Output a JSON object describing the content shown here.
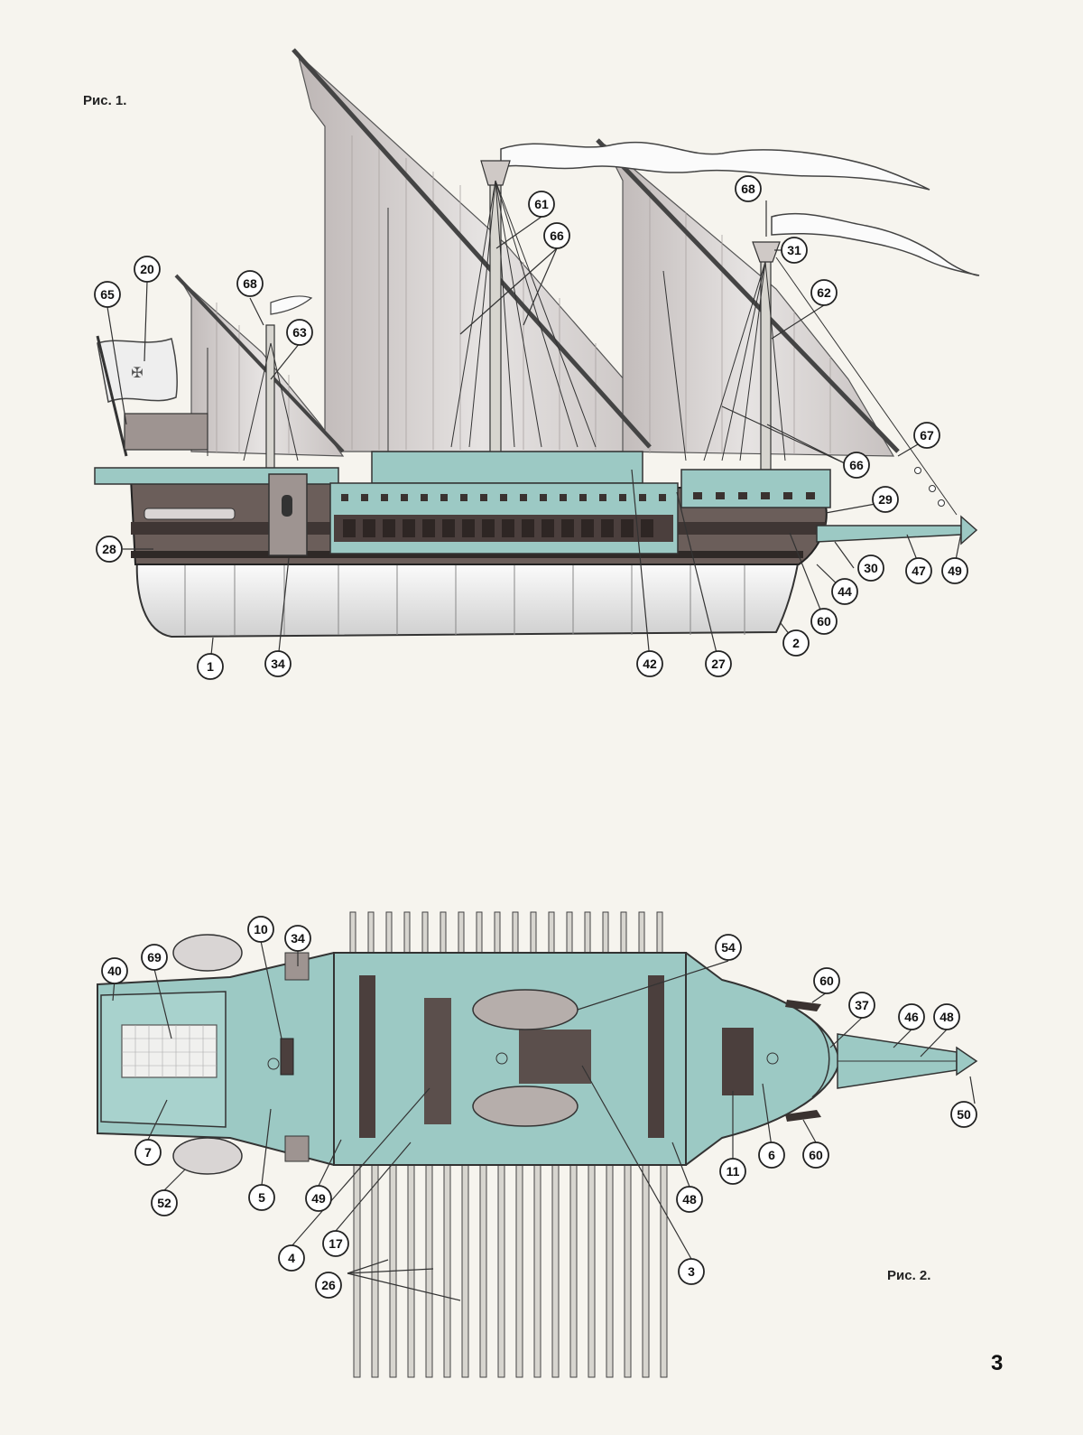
{
  "figure1": {
    "title": "Рис. 1.",
    "callouts": [
      "65",
      "20",
      "68",
      "63",
      "61",
      "66",
      "68",
      "31",
      "62",
      "66",
      "67",
      "29",
      "30",
      "47",
      "49",
      "44",
      "60",
      "2",
      "28",
      "1",
      "34",
      "42",
      "27"
    ]
  },
  "figure2": {
    "title": "Рис. 2.",
    "callouts": [
      "40",
      "69",
      "10",
      "34",
      "54",
      "60",
      "37",
      "46",
      "48",
      "50",
      "7",
      "52",
      "5",
      "49",
      "4",
      "17",
      "26",
      "3",
      "48",
      "11",
      "6",
      "60"
    ]
  },
  "page_number": "3",
  "colors": {
    "hull_cyan": "#9cc9c4",
    "hull_dark": "#6b5e5a",
    "sail": "#d9d5d4",
    "keel": "#f3f2f0",
    "ink": "#2b2b2b",
    "paper": "#f6f4ee"
  }
}
